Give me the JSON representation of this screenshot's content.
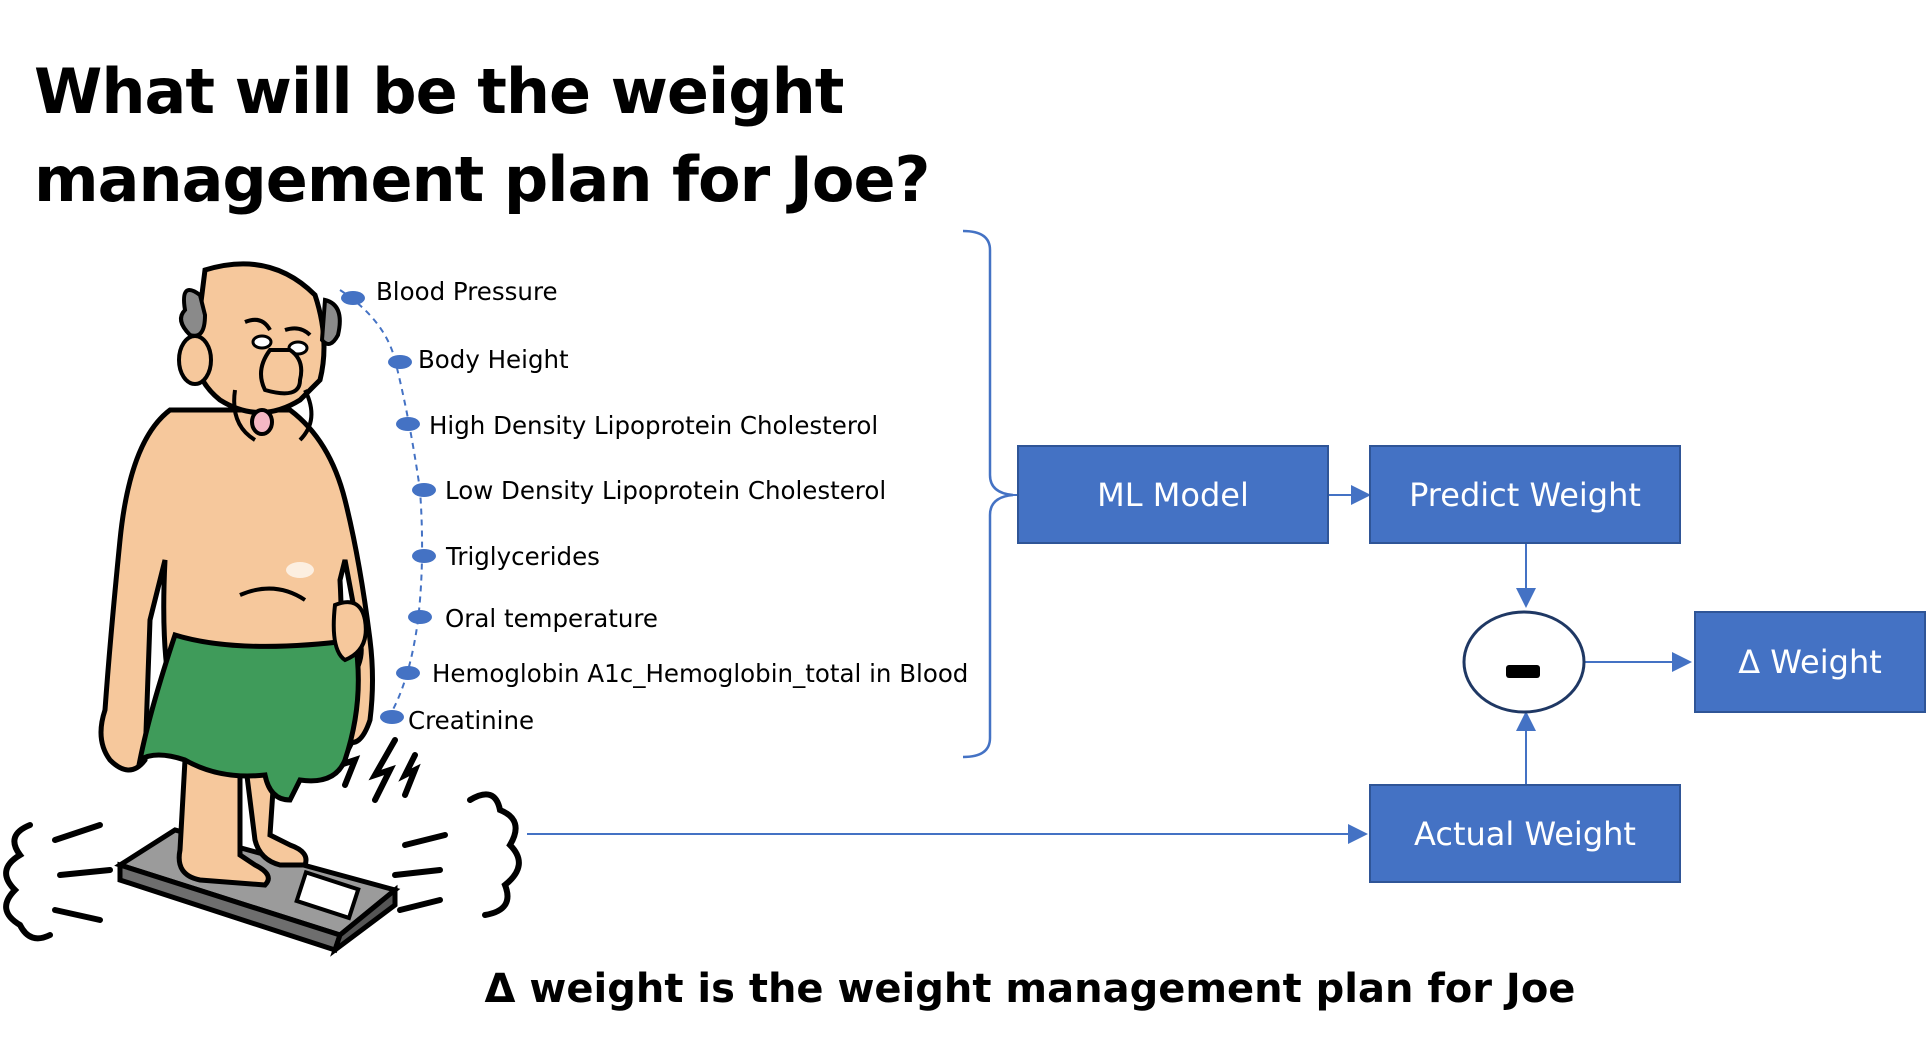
{
  "title": {
    "line1": "What will be the weight",
    "line2": "management plan for Joe?"
  },
  "features": [
    "Blood Pressure",
    "Body Height",
    "High Density Lipoprotein Cholesterol",
    "Low Density Lipoprotein Cholesterol",
    "Triglycerides",
    "Oral temperature",
    "Hemoglobin A1c_Hemoglobin_total in Blood",
    "Creatinine"
  ],
  "boxes": {
    "ml_model": "ML Model",
    "predict_weight": "Predict Weight",
    "actual_weight": "Actual Weight",
    "delta_weight": "Δ Weight"
  },
  "minus_symbol": "minus-sign",
  "caption": "Δ weight is the weight management plan for Joe",
  "colors": {
    "box_fill": "#4472c4",
    "box_border": "#2f5597",
    "bullet": "#4472c4",
    "connector": "#4472c4",
    "skin": "#f6c89c",
    "towel": "#3f9b5a",
    "hair": "#8a8a8a"
  }
}
